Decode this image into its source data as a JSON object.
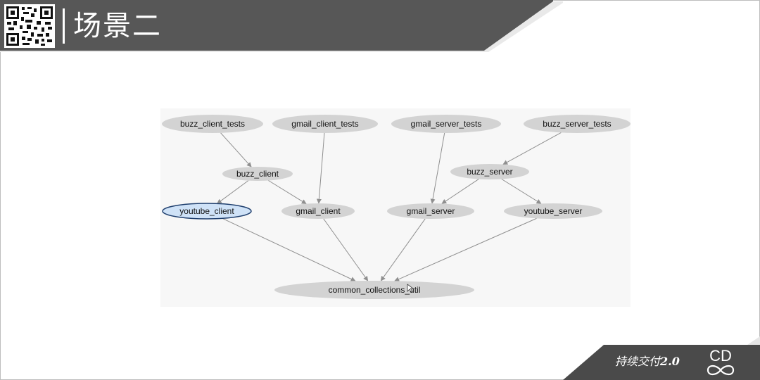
{
  "header": {
    "title": "场景二"
  },
  "diagram": {
    "nodes": {
      "buzz_client_tests": "buzz_client_tests",
      "gmail_client_tests": "gmail_client_tests",
      "gmail_server_tests": "gmail_server_tests",
      "buzz_server_tests": "buzz_server_tests",
      "buzz_client": "buzz_client",
      "buzz_server": "buzz_server",
      "youtube_client": "youtube_client",
      "gmail_client": "gmail_client",
      "gmail_server": "gmail_server",
      "youtube_server": "youtube_server",
      "common_collections_util": "common_collections_util"
    },
    "edges": [
      [
        "buzz_client_tests",
        "buzz_client"
      ],
      [
        "gmail_client_tests",
        "gmail_client"
      ],
      [
        "gmail_server_tests",
        "gmail_server"
      ],
      [
        "buzz_server_tests",
        "buzz_server"
      ],
      [
        "buzz_client",
        "youtube_client"
      ],
      [
        "buzz_client",
        "gmail_client"
      ],
      [
        "buzz_server",
        "gmail_server"
      ],
      [
        "buzz_server",
        "youtube_server"
      ],
      [
        "youtube_client",
        "common_collections_util"
      ],
      [
        "gmail_client",
        "common_collections_util"
      ],
      [
        "gmail_server",
        "common_collections_util"
      ],
      [
        "youtube_server",
        "common_collections_util"
      ]
    ],
    "selected_node": "youtube_client",
    "colors": {
      "node_fill": "#d3d3d3",
      "selected_fill": "#cfe2f7",
      "selected_stroke": "#1f3f6e",
      "edge": "#8f8f8f"
    }
  },
  "footer": {
    "text": "持续交付",
    "version": "2.0",
    "logo_text": "CD"
  },
  "colors": {
    "header_band": "#575757",
    "footer_band": "#4a4a4a"
  }
}
